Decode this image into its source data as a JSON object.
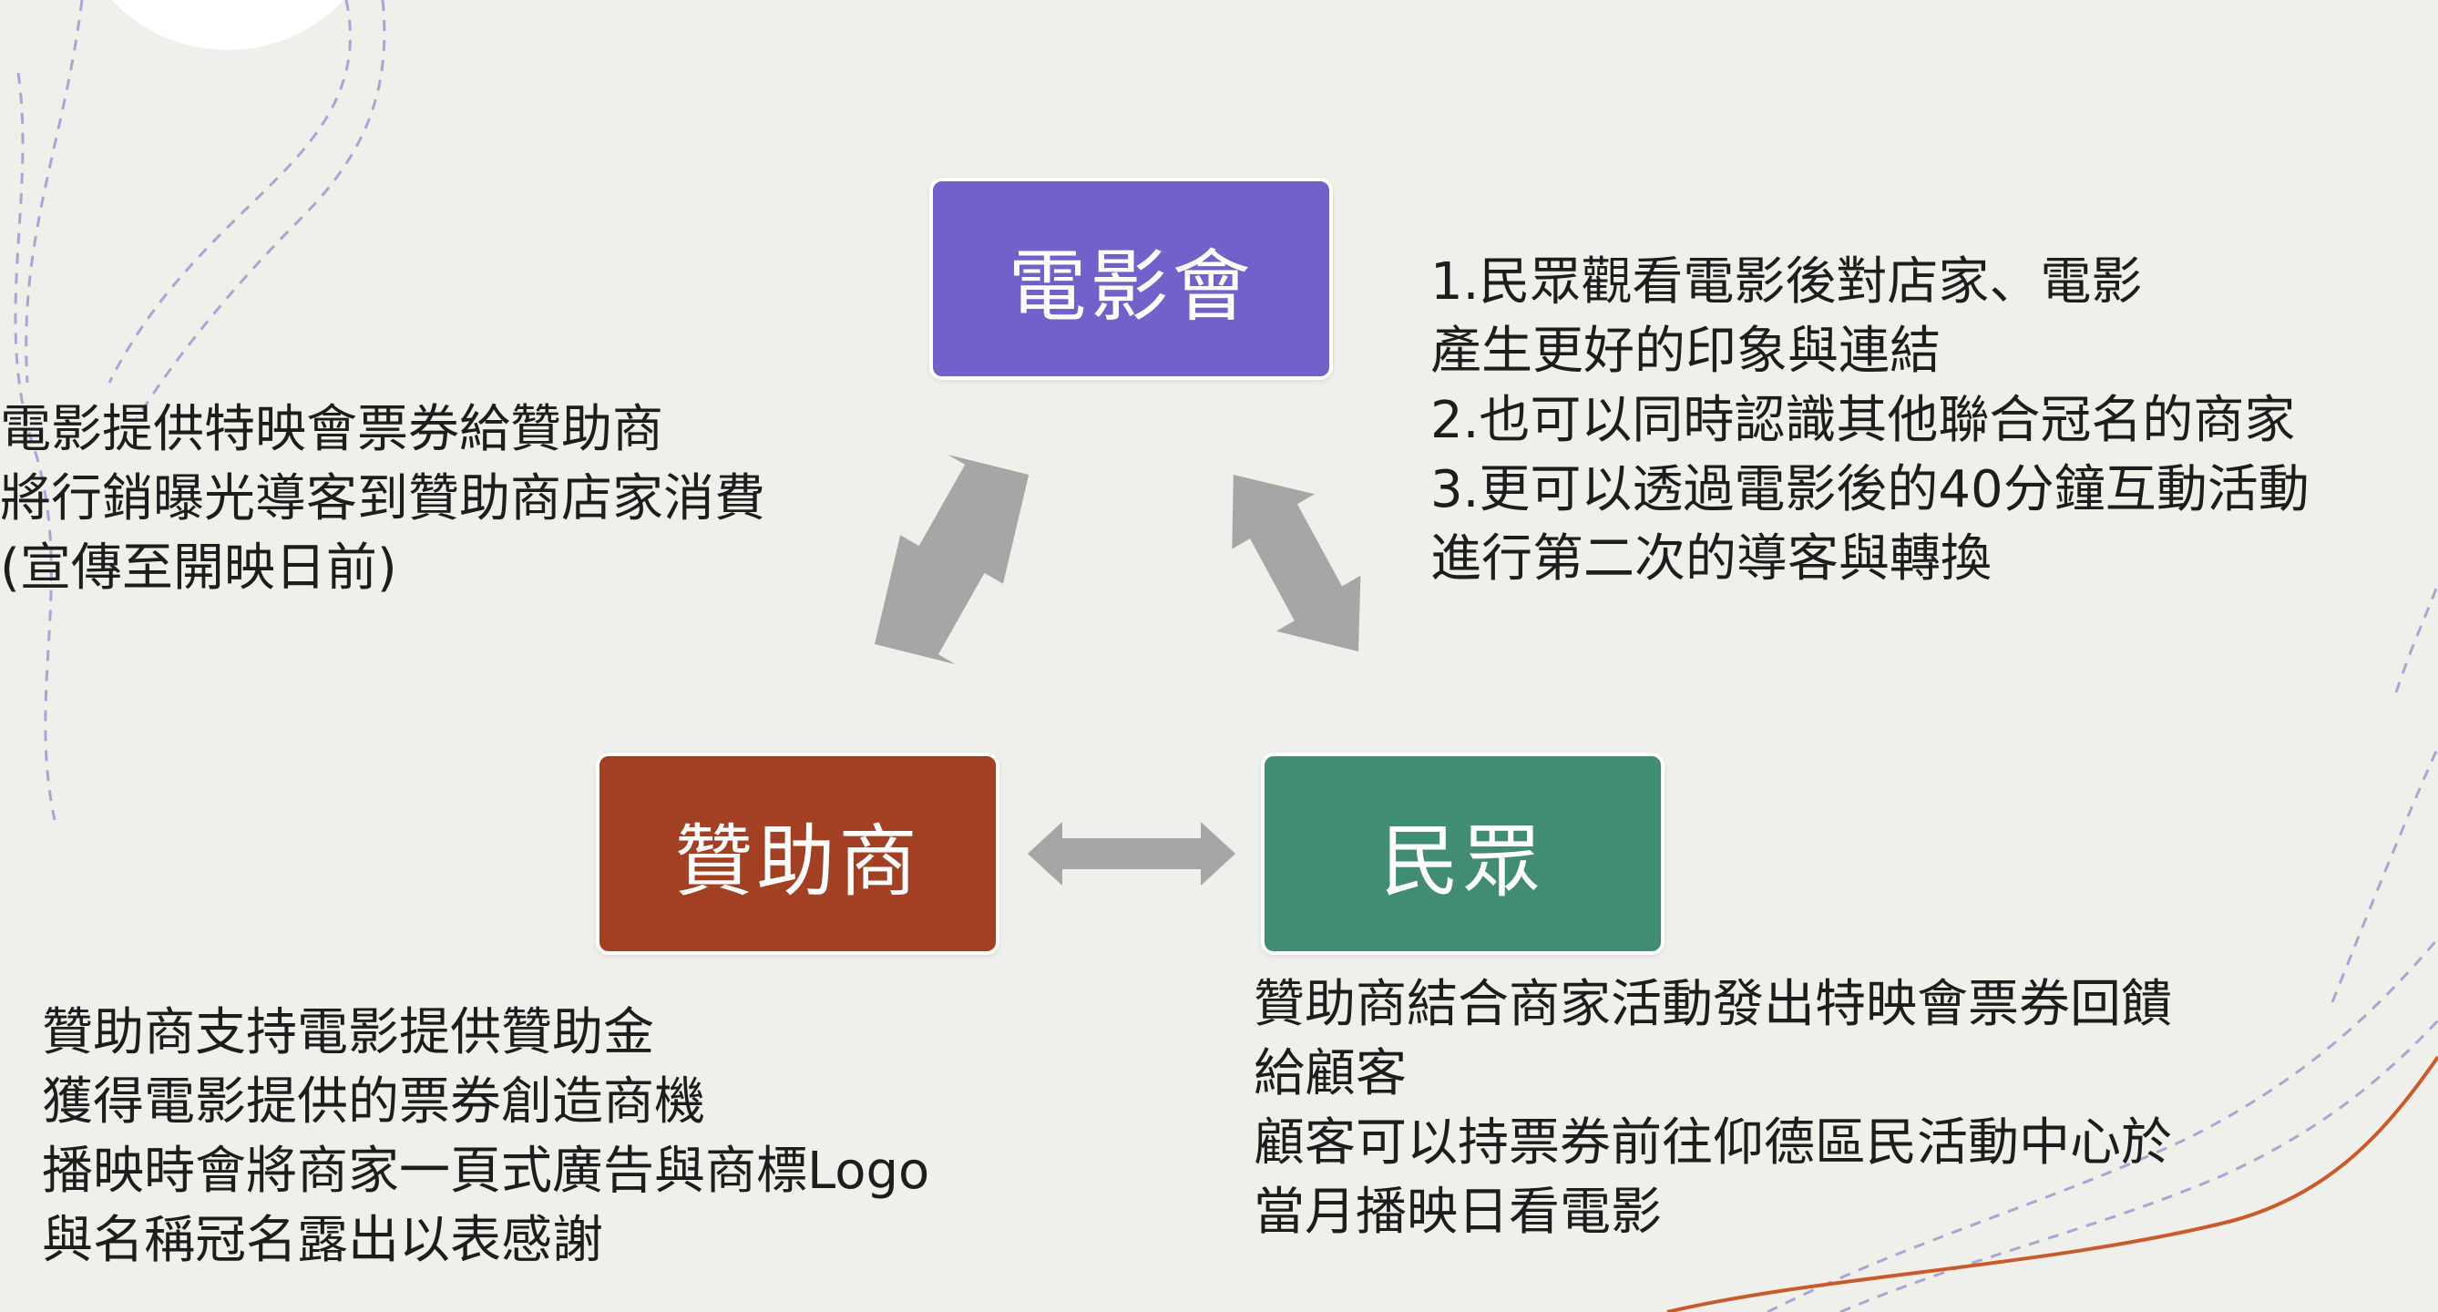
{
  "nodes": {
    "movie": "電影會",
    "sponsor": "贊助商",
    "public": "民眾"
  },
  "notes": {
    "movie_sponsor": [
      "電影提供特映會票券給贊助商",
      "將行銷曝光導客到贊助商店家消費",
      "(宣傳至開映日前)"
    ],
    "movie_public": [
      "1.民眾觀看電影後對店家、電影",
      "產生更好的印象與連結",
      "2.也可以同時認識其他聯合冠名的商家",
      "3.更可以透過電影後的40分鐘互動活動",
      "進行第二次的導客與轉換"
    ],
    "sponsor": [
      "贊助商支持電影提供贊助金",
      "獲得電影提供的票券創造商機",
      "播映時會將商家一頁式廣告與商標Logo",
      "與名稱冠名露出以表感謝"
    ],
    "public": [
      "贊助商結合商家活動發出特映會票券回饋",
      "給顧客",
      "顧客可以持票券前往仰德區民活動中心於",
      "當月播映日看電影"
    ]
  },
  "colors": {
    "background": "#f1efea",
    "movie": "#7062c8",
    "sponsor": "#a24024",
    "public": "#418c73",
    "arrow": "#a6a6a6",
    "accent_line": "#c85a2c",
    "dashed_line": "#a9a6d6"
  }
}
